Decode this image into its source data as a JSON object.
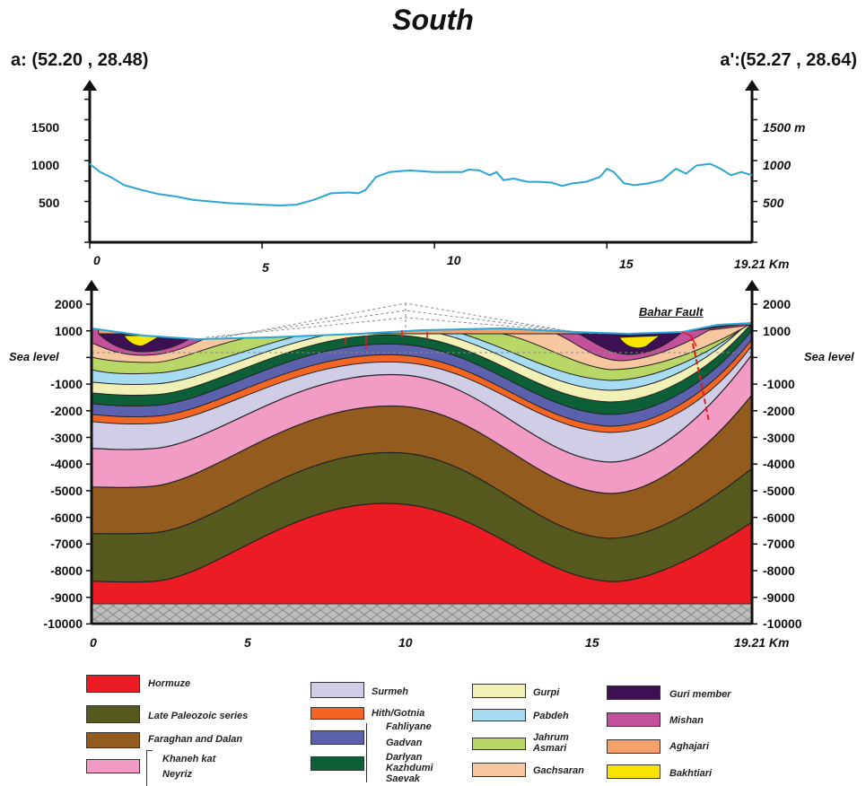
{
  "figure": {
    "title": "South",
    "start_coord": "a: (52.20 , 28.48)",
    "end_coord": "a':(52.27 , 28.64)"
  },
  "topography": {
    "y_ticks": [
      "1500",
      "1000",
      "500"
    ],
    "y_ticks_right": [
      "1500 m",
      "1000",
      "500"
    ],
    "x_ticks": [
      "0",
      "5",
      "10",
      "15",
      "19.21 Km"
    ],
    "chart_data": {
      "type": "line",
      "xlabel": "Km",
      "ylabel": "m",
      "xlim": [
        0,
        19.21
      ],
      "ylim": [
        0,
        1900
      ],
      "series": [
        {
          "color": "#2aa6d6",
          "x": [
            0,
            0.3,
            0.6,
            1,
            1.5,
            2,
            2.5,
            3,
            3.5,
            4,
            4.5,
            5,
            5.5,
            6,
            6.5,
            7,
            7.5,
            7.8,
            8,
            8.3,
            8.7,
            9,
            9.3,
            9.6,
            10,
            10.4,
            10.8,
            11,
            11.3,
            11.6,
            11.8,
            12,
            12.3,
            12.7,
            13,
            13.4,
            13.7,
            14,
            14.4,
            14.8,
            15,
            15.2,
            15.5,
            15.8,
            16.2,
            16.6,
            17,
            17.3,
            17.6,
            18,
            18.3,
            18.6,
            18.9,
            19.21
          ],
          "y": [
            960,
            860,
            800,
            700,
            640,
            590,
            560,
            520,
            500,
            480,
            470,
            460,
            450,
            460,
            520,
            600,
            610,
            600,
            640,
            800,
            860,
            870,
            880,
            870,
            860,
            860,
            860,
            890,
            880,
            820,
            860,
            760,
            780,
            740,
            740,
            730,
            690,
            720,
            740,
            800,
            900,
            860,
            720,
            700,
            720,
            760,
            900,
            840,
            940,
            960,
            900,
            820,
            860,
            820
          ]
        }
      ]
    }
  },
  "cross_section": {
    "y_ticks_left": [
      "2000",
      "1000",
      "Sea level",
      "-1000",
      "-2000",
      "-3000",
      "-4000",
      "-5000",
      "-6000",
      "-7000",
      "-8000",
      "-9000",
      "-10000"
    ],
    "y_ticks_right": [
      "2000",
      "1000",
      "Sea level",
      "-1000",
      "-2000",
      "-3000",
      "-4000",
      "-5000",
      "-6000",
      "-7000",
      "-8000",
      "-9000",
      "-10000"
    ],
    "x_ticks": [
      "0",
      "5",
      "10",
      "15",
      "19.21 Km"
    ],
    "fault_label": "Bahar Fault"
  },
  "legend": [
    {
      "label": "Hormuze",
      "color": "#ec1c24"
    },
    {
      "label": "Late Paleozoic series",
      "color": "#56591d"
    },
    {
      "label": "Faraghan and Dalan",
      "color": "#935c1e"
    },
    {
      "label": "Khaneh kat",
      "color": "#f29bc4"
    },
    {
      "label": "Neyriz",
      "color": ""
    },
    {
      "label": "Surmeh",
      "color": "#d0cde6"
    },
    {
      "label": "Hith/Gotnia",
      "color": "#f26522"
    },
    {
      "label": "Fahliyane",
      "color": "#5b61ad"
    },
    {
      "label": "Gadvan",
      "color": ""
    },
    {
      "label": "Darlyan",
      "color": "#0c5f37"
    },
    {
      "label": "Kazhdumi",
      "color": ""
    },
    {
      "label": "Saevak",
      "color": ""
    },
    {
      "label": "Gurpi",
      "color": "#f1f1b7"
    },
    {
      "label": "Pabdeh",
      "color": "#a7dcf2"
    },
    {
      "label": "Jahrum",
      "color": "#b8d766"
    },
    {
      "label": "Asmari",
      "color": ""
    },
    {
      "label": "Gachsaran",
      "color": "#f7c7a0"
    },
    {
      "label": "Guri member",
      "color": "#3c1052"
    },
    {
      "label": "Mishan",
      "color": "#c2509a"
    },
    {
      "label": "Aghajari",
      "color": "#f3a06a"
    },
    {
      "label": "Bakhtiari",
      "color": "#f7e500"
    }
  ]
}
